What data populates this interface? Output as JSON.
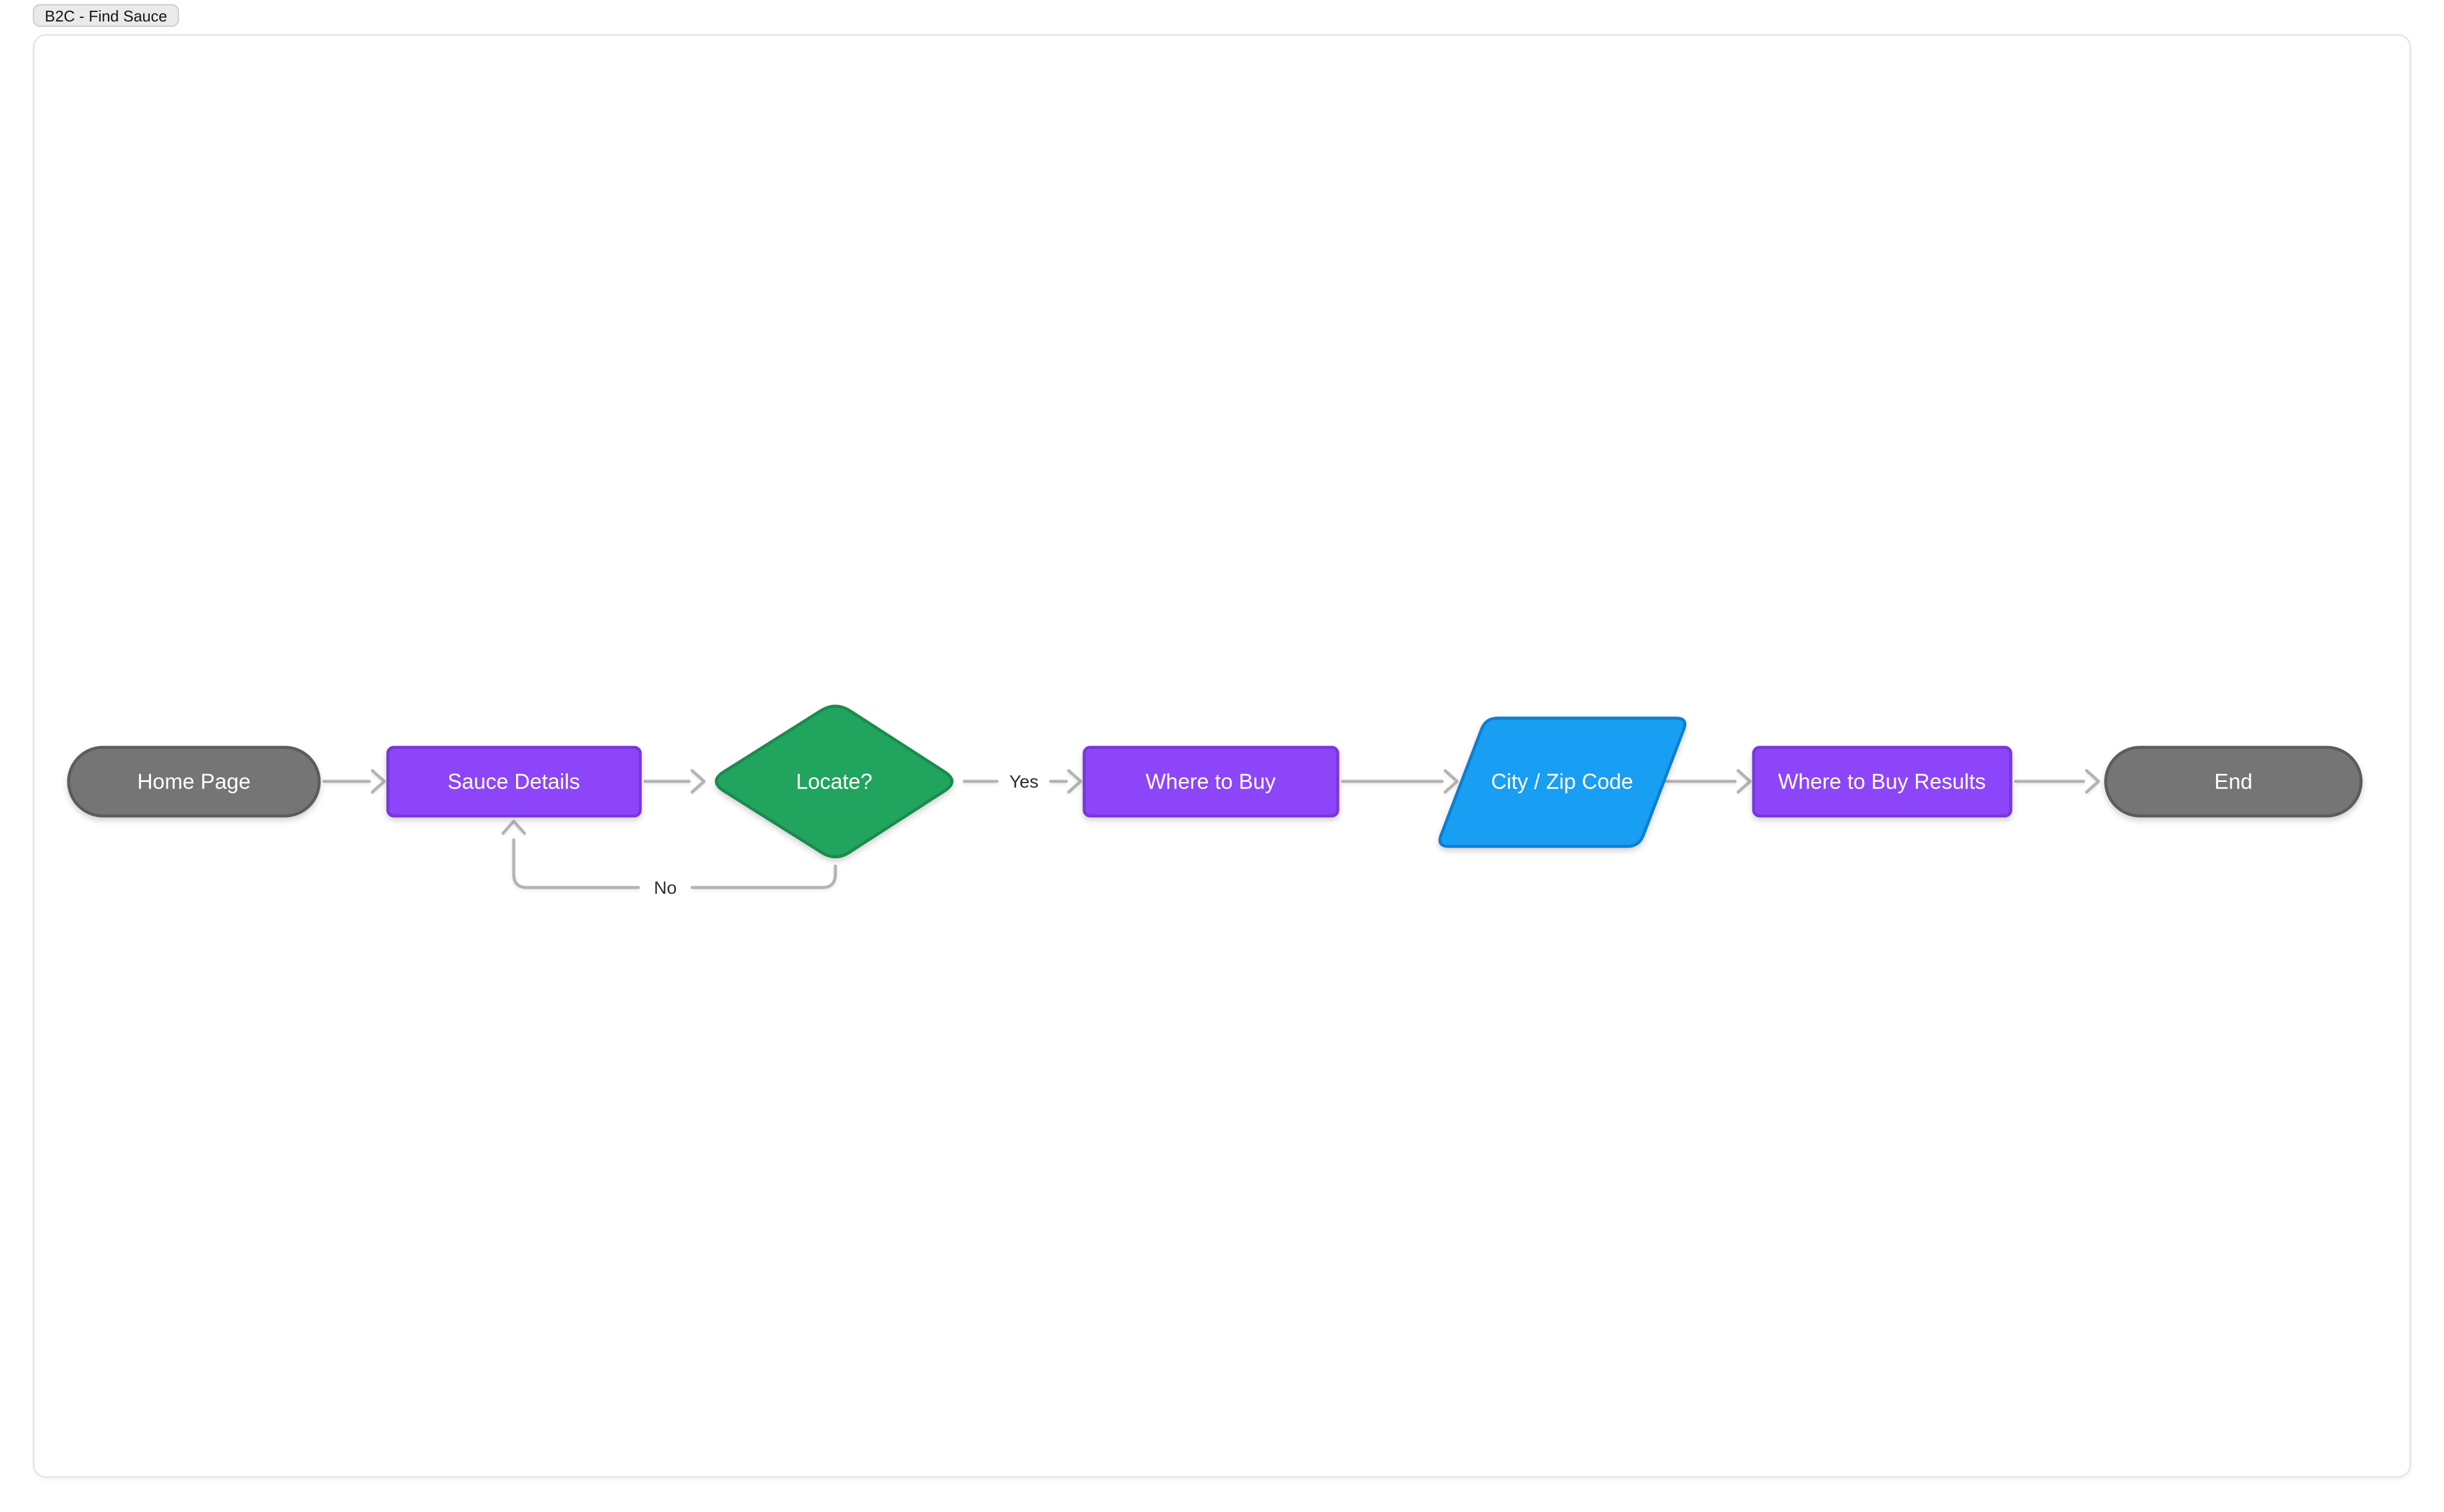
{
  "badge": {
    "label": "B2C - Find Sauce"
  },
  "canvas": {
    "background": "#ffffff",
    "border_color": "#e7e7e7"
  },
  "flowchart": {
    "connector_color": "#b3b3b3",
    "edge_label_color": "#2e2e2e",
    "nodes": [
      {
        "id": "home-page",
        "type": "terminator",
        "label": "Home Page",
        "fill": "#757575",
        "border": "#5c5c5c",
        "text_color": "#ffffff"
      },
      {
        "id": "sauce-details",
        "type": "process",
        "label": "Sauce Details",
        "fill": "#8c45f9",
        "border": "#7a36d9",
        "text_color": "#ffffff"
      },
      {
        "id": "locate",
        "type": "decision",
        "label": "Locate?",
        "fill": "#21a45d",
        "border": "#1c8a4e",
        "text_color": "#ffffff"
      },
      {
        "id": "where-to-buy",
        "type": "process",
        "label": "Where to Buy",
        "fill": "#8c45f9",
        "border": "#7a36d9",
        "text_color": "#ffffff"
      },
      {
        "id": "city-zip-code",
        "type": "input-output",
        "label": "City / Zip Code",
        "fill": "#189ef2",
        "border": "#0d7ed2",
        "text_color": "#ffffff"
      },
      {
        "id": "where-to-buy-results",
        "type": "process",
        "label": "Where to Buy Results",
        "fill": "#8c45f9",
        "border": "#7a36d9",
        "text_color": "#ffffff"
      },
      {
        "id": "end",
        "type": "terminator",
        "label": "End",
        "fill": "#757575",
        "border": "#5c5c5c",
        "text_color": "#ffffff"
      }
    ],
    "edges": [
      {
        "from": "home-page",
        "to": "sauce-details",
        "label": ""
      },
      {
        "from": "sauce-details",
        "to": "locate",
        "label": ""
      },
      {
        "from": "locate",
        "to": "where-to-buy",
        "label": "Yes"
      },
      {
        "from": "where-to-buy",
        "to": "city-zip-code",
        "label": ""
      },
      {
        "from": "city-zip-code",
        "to": "where-to-buy-results",
        "label": ""
      },
      {
        "from": "where-to-buy-results",
        "to": "end",
        "label": ""
      },
      {
        "from": "locate",
        "to": "sauce-details",
        "label": "No"
      }
    ]
  }
}
